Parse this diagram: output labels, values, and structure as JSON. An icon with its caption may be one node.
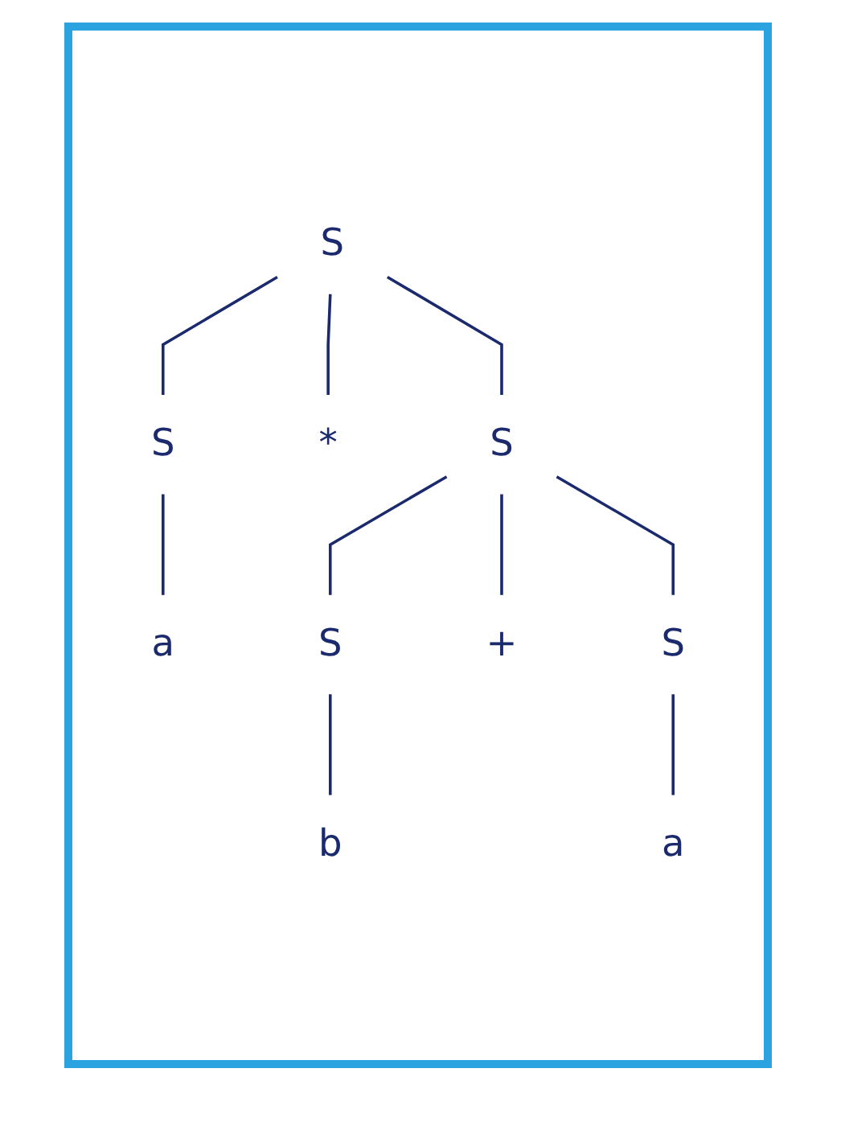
{
  "diagram": {
    "nodes": [
      {
        "text": [
          "S"
        ]
      },
      {
        "text": [
          "S"
        ]
      },
      {
        "text": [
          "*"
        ]
      },
      {
        "text": [
          "S"
        ]
      },
      {
        "text": [
          "a"
        ]
      },
      {
        "text": [
          "S"
        ]
      },
      {
        "text": [
          "+"
        ]
      },
      {
        "text": [
          "S"
        ]
      },
      {
        "text": [
          "b"
        ]
      },
      {
        "text": [
          "a"
        ]
      }
    ],
    "edges": [
      {
        "from": 0,
        "to": 1,
        "arrow": "none"
      },
      {
        "from": 0,
        "to": 2,
        "arrow": "none"
      },
      {
        "from": 0,
        "to": 3,
        "arrow": "none"
      },
      {
        "from": 1,
        "to": 4,
        "arrow": "none"
      },
      {
        "from": 3,
        "to": 5,
        "arrow": "none"
      },
      {
        "from": 3,
        "to": 6,
        "arrow": "none"
      },
      {
        "from": 3,
        "to": 7,
        "arrow": "none"
      },
      {
        "from": 5,
        "to": 8,
        "arrow": "none"
      },
      {
        "from": 7,
        "to": 9,
        "arrow": "none"
      }
    ]
  }
}
